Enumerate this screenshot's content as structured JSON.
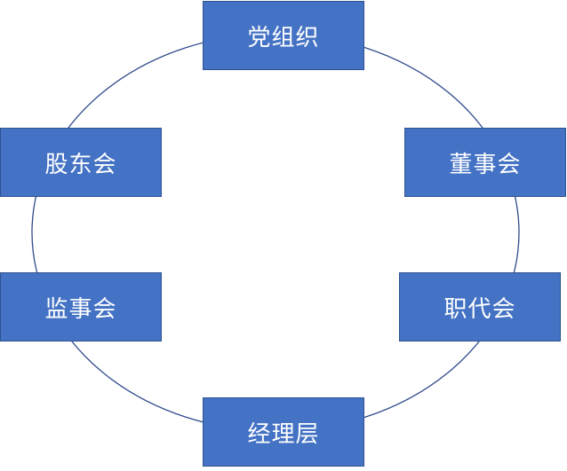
{
  "diagram": {
    "nodes": {
      "party": "党组织",
      "board": "董事会",
      "shareholders": "股东会",
      "supervisory": "监事会",
      "workers": "职代会",
      "management": "经理层"
    },
    "colors": {
      "box_fill": "#4472C4",
      "box_border": "#2F528F",
      "circle_stroke": "#2F4B8C",
      "text": "#FFFFFF"
    }
  }
}
